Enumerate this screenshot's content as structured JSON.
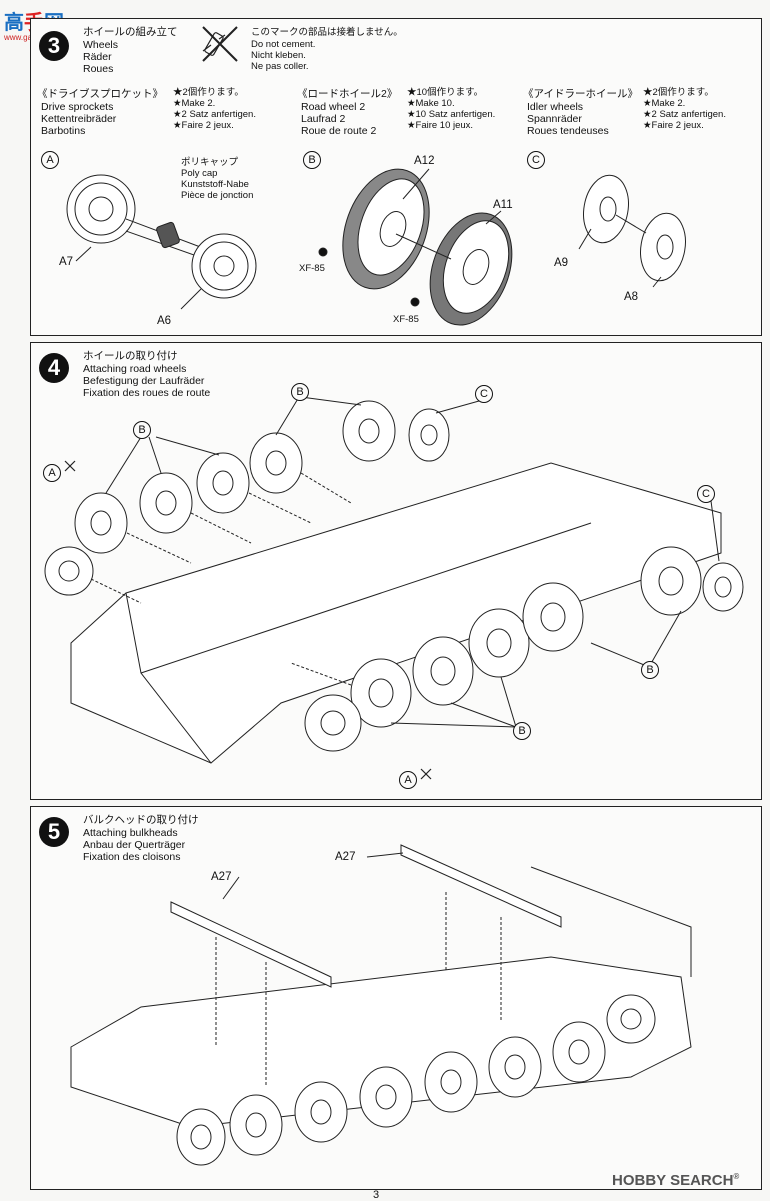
{
  "watermark_top": {
    "chars": [
      "高",
      "手",
      "网"
    ],
    "url": "www.gaoshou.net"
  },
  "watermark_bottom": {
    "text": "HOBBY SEARCH",
    "reg": "®"
  },
  "page_number": "3",
  "step3": {
    "number": "3",
    "title_jp": "ホイールの組み立て",
    "title_en": "Wheels",
    "title_de": "Räder",
    "title_fr": "Roues",
    "no_cement": {
      "jp": "このマークの部品は接着しません。",
      "en": "Do not cement.",
      "de": "Nicht kleben.",
      "fr": "Ne pas coller."
    },
    "drive": {
      "jp": "《ドライブスプロケット》",
      "en": "Drive sprockets",
      "de": "Kettentreibräder",
      "fr": "Barbotins",
      "q_jp": "★2個作ります。",
      "q_en": "★Make 2.",
      "q_de": "★2 Satz anfertigen.",
      "q_fr": "★Faire 2 jeux."
    },
    "road": {
      "jp": "《ロードホイール2》",
      "en": "Road wheel 2",
      "de": "Laufrad 2",
      "fr": "Roue de route 2",
      "q_jp": "★10個作ります。",
      "q_en": "★Make 10.",
      "q_de": "★10 Satz anfertigen.",
      "q_fr": "★Faire 10 jeux."
    },
    "idler": {
      "jp": "《アイドラーホイール》",
      "en": "Idler wheels",
      "de": "Spannräder",
      "fr": "Roues tendeuses",
      "q_jp": "★2個作ります。",
      "q_en": "★Make 2.",
      "q_de": "★2 Satz anfertigen.",
      "q_fr": "★Faire 2 jeux."
    },
    "polycap": {
      "jp": "ポリキャップ",
      "en": "Poly cap",
      "de": "Kunststoff-Nabe",
      "fr": "Pièce de jonction"
    },
    "circle_a": "A",
    "circle_b": "B",
    "circle_c": "C",
    "parts": {
      "a7": "A7",
      "a6": "A6",
      "a12": "A12",
      "a11": "A11",
      "a9": "A9",
      "a8": "A8"
    },
    "paint1": "XF-85",
    "paint2": "XF-85"
  },
  "step4": {
    "number": "4",
    "title_jp": "ホイールの取り付け",
    "title_en": "Attaching road wheels",
    "title_de": "Befestigung der Laufräder",
    "title_fr": "Fixation des roues de route",
    "callouts": [
      "B",
      "C",
      "B",
      "A",
      "C",
      "B",
      "B",
      "A"
    ]
  },
  "step5": {
    "number": "5",
    "title_jp": "バルクヘッドの取り付け",
    "title_en": "Attaching bulkheads",
    "title_de": "Anbau der Querträger",
    "title_fr": "Fixation des cloisons",
    "part_left": "A27",
    "part_right": "A27"
  }
}
